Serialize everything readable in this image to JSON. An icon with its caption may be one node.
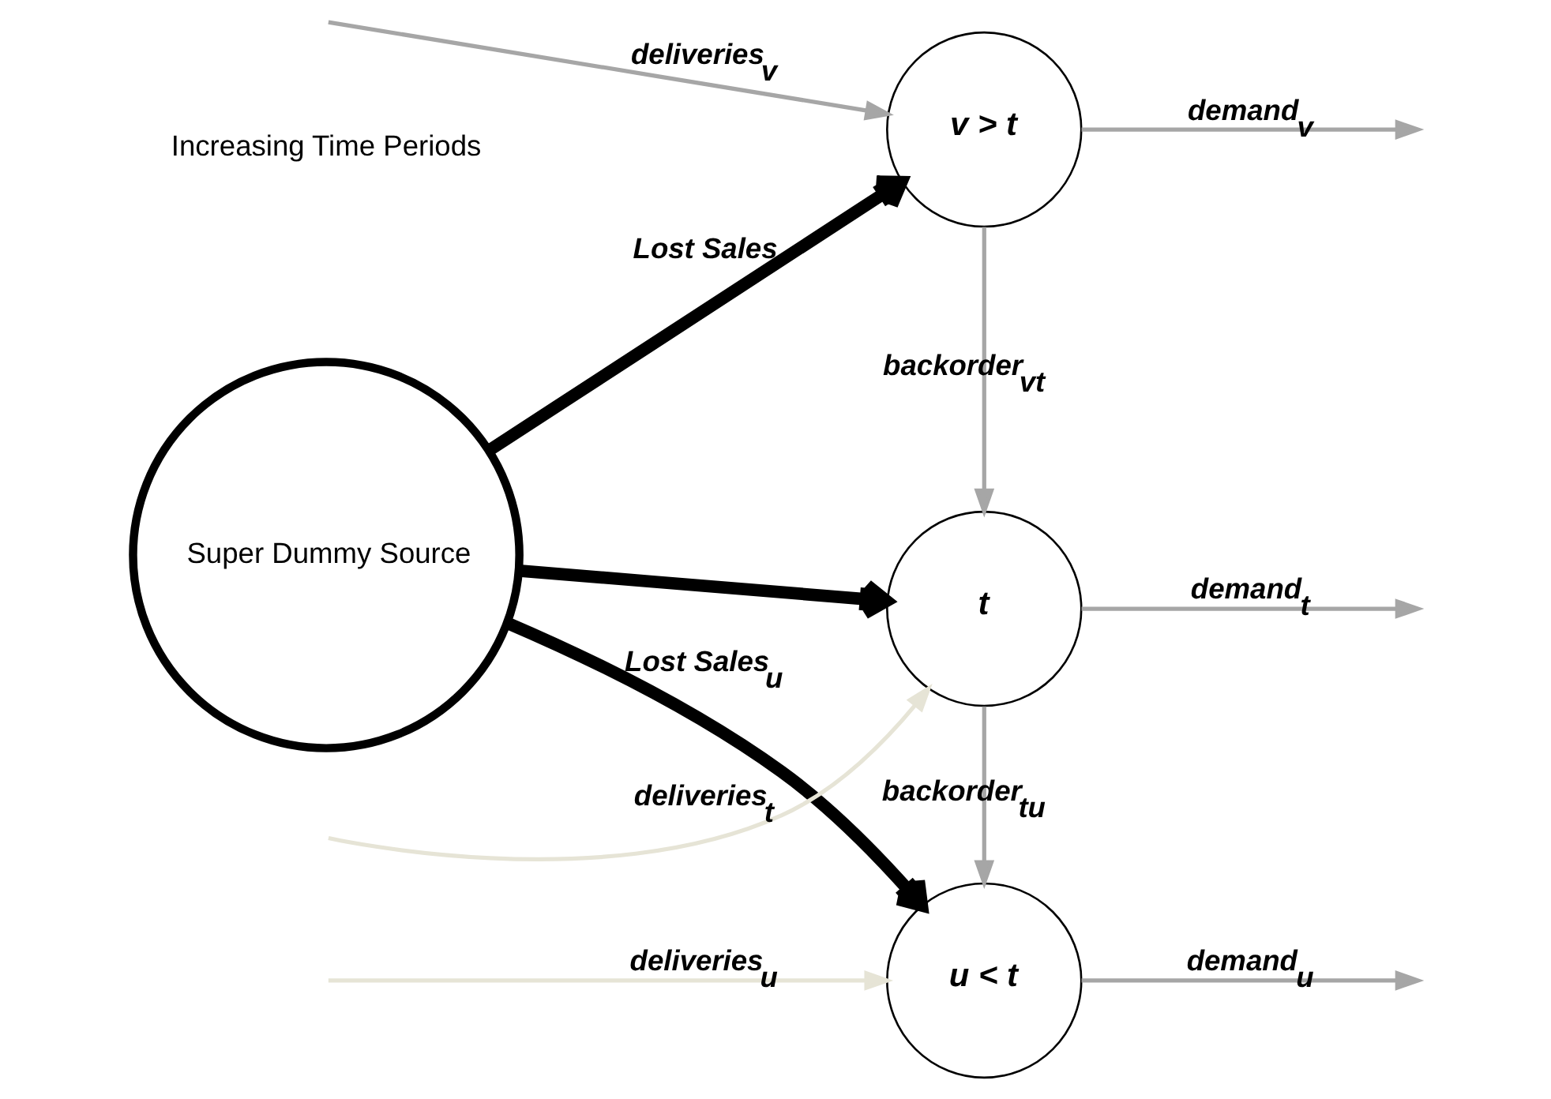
{
  "diagram": {
    "nodes": [
      {
        "text": [
          "Super Dummy Source"
        ]
      },
      {
        "text": [
          "v > t"
        ]
      },
      {
        "text": [
          "t"
        ]
      },
      {
        "text": [
          "u < t"
        ]
      }
    ],
    "edges": [
      {
        "from": null,
        "to": 1,
        "arrow": "to",
        "label": "deliveries$_{v}$"
      },
      {
        "from": 0,
        "to": 1,
        "arrow": "to",
        "label": "Lost Sales",
        "style": "thick",
        "color": "#000000"
      },
      {
        "from": 1,
        "to": null,
        "arrow": "to",
        "label": "demand$_{v}$"
      },
      {
        "from": 1,
        "to": 2,
        "arrow": "to",
        "label": "backorder$_{vt}$"
      },
      {
        "from": null,
        "to": 2,
        "arrow": "to",
        "label": "deliveries$_{t}$",
        "color": "#e6e4d6"
      },
      {
        "from": 0,
        "to": 2,
        "arrow": "to",
        "style": "thick",
        "color": "#000000"
      },
      {
        "from": 2,
        "to": null,
        "arrow": "to",
        "label": "demand$_{t}$"
      },
      {
        "from": 2,
        "to": 3,
        "arrow": "to",
        "label": "backorder$_{tu}$"
      },
      {
        "from": null,
        "to": 3,
        "arrow": "to",
        "label": "deliveries$_{u}$",
        "color": "#e6e4d6"
      },
      {
        "from": 0,
        "to": 3,
        "arrow": "to",
        "label": "Lost Sales$_{u}$",
        "style": "thick",
        "color": "#000000"
      },
      {
        "from": 3,
        "to": null,
        "arrow": "to",
        "label": "demand$_{u}$"
      }
    ],
    "labels": [
      "Increasing Time Periods"
    ]
  }
}
